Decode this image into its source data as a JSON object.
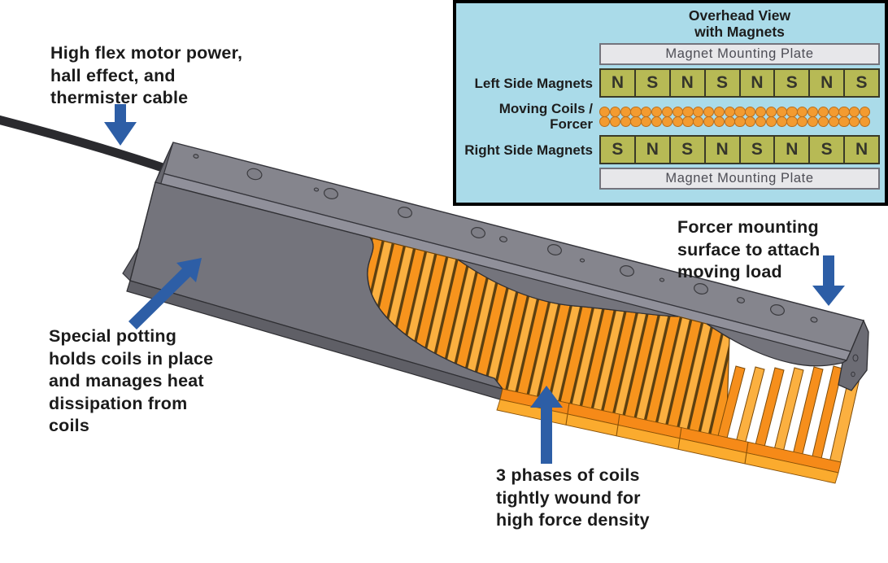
{
  "annotations": {
    "cable": {
      "text": "High flex motor power,\nhall effect, and\nthermister cable"
    },
    "potting": {
      "text": "Special potting\nholds coils in place\nand manages heat\ndissipation from\ncoils"
    },
    "mounting_surface": {
      "text": "Forcer mounting\nsurface to attach\nmoving load"
    },
    "coils": {
      "text": "3 phases of coils\ntightly wound for\nhigh force density"
    }
  },
  "inset": {
    "title": "Overhead View\nwith Magnets",
    "top_plate": "Magnet Mounting Plate",
    "bottom_plate": "Magnet Mounting Plate",
    "left_label": "Left Side Magnets",
    "coils_label": "Moving Coils /\nForcer",
    "right_label": "Right Side Magnets",
    "left_magnets": [
      "N",
      "S",
      "N",
      "S",
      "N",
      "S",
      "N",
      "S"
    ],
    "right_magnets": [
      "S",
      "N",
      "S",
      "N",
      "S",
      "N",
      "S",
      "N"
    ],
    "coil_rows": 2,
    "coils_per_row": 26
  },
  "colors": {
    "arrow": "#2d5ea6",
    "annotation-text": "#1b1b1b",
    "inset-bg": "#aadbe9",
    "inset-border": "#000000",
    "magnet-fill": "#b7ba55",
    "magnet-border": "#3a3a28",
    "plate-fill": "#e7e7ea",
    "plate-border": "#74747d",
    "coil-dot": "#f39b30",
    "coil-dot-border": "#bb6f1c",
    "body-gray": "#74747c",
    "body-gray-top": "#85858d",
    "coil-orange": "#f7941d",
    "coil-yellow": "#fbb040"
  }
}
